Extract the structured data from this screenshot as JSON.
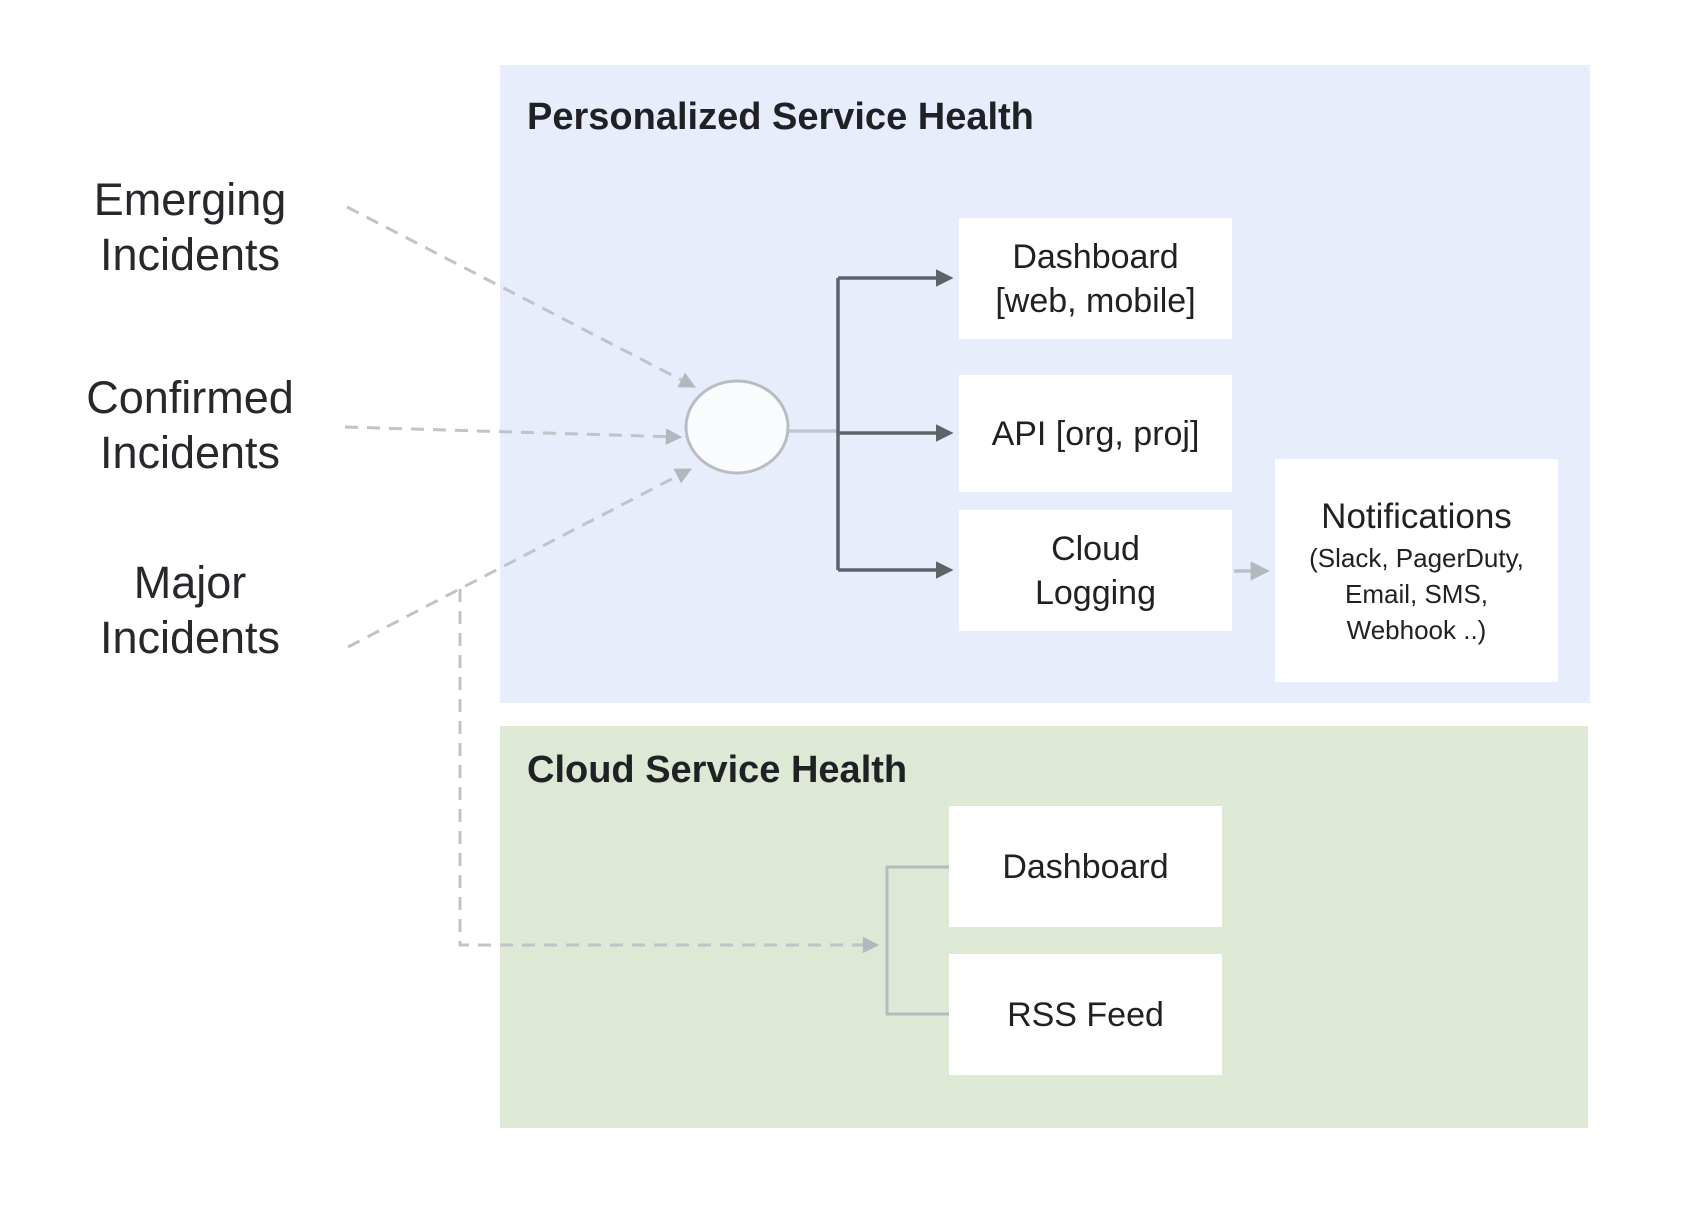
{
  "colors": {
    "panel_blue": "#e8edfc",
    "panel_green": "#dde8d5",
    "node_background": "#ffffff",
    "dark_connector": "#5f6368",
    "light_connector": "#bdc1c6",
    "text": "#202124"
  },
  "left_labels": [
    {
      "line1": "Emerging",
      "line2": "Incidents"
    },
    {
      "line1": "Confirmed",
      "line2": "Incidents"
    },
    {
      "line1": "Major",
      "line2": "Incidents"
    }
  ],
  "personalized_panel": {
    "title": "Personalized Service Health",
    "dashboard_box": {
      "line1": "Dashboard",
      "line2": "[web, mobile]"
    },
    "api_box": {
      "label": "API [org, proj]"
    },
    "cloud_logging_box": {
      "line1": "Cloud",
      "line2": "Logging"
    },
    "notifications_box": {
      "title": "Notifications",
      "lines": [
        "(Slack, PagerDuty,",
        "Email, SMS,",
        "Webhook ..)"
      ]
    }
  },
  "cloud_panel": {
    "title": "Cloud Service Health",
    "dashboard_box": {
      "label": "Dashboard"
    },
    "rss_box": {
      "label": "RSS Feed"
    }
  }
}
